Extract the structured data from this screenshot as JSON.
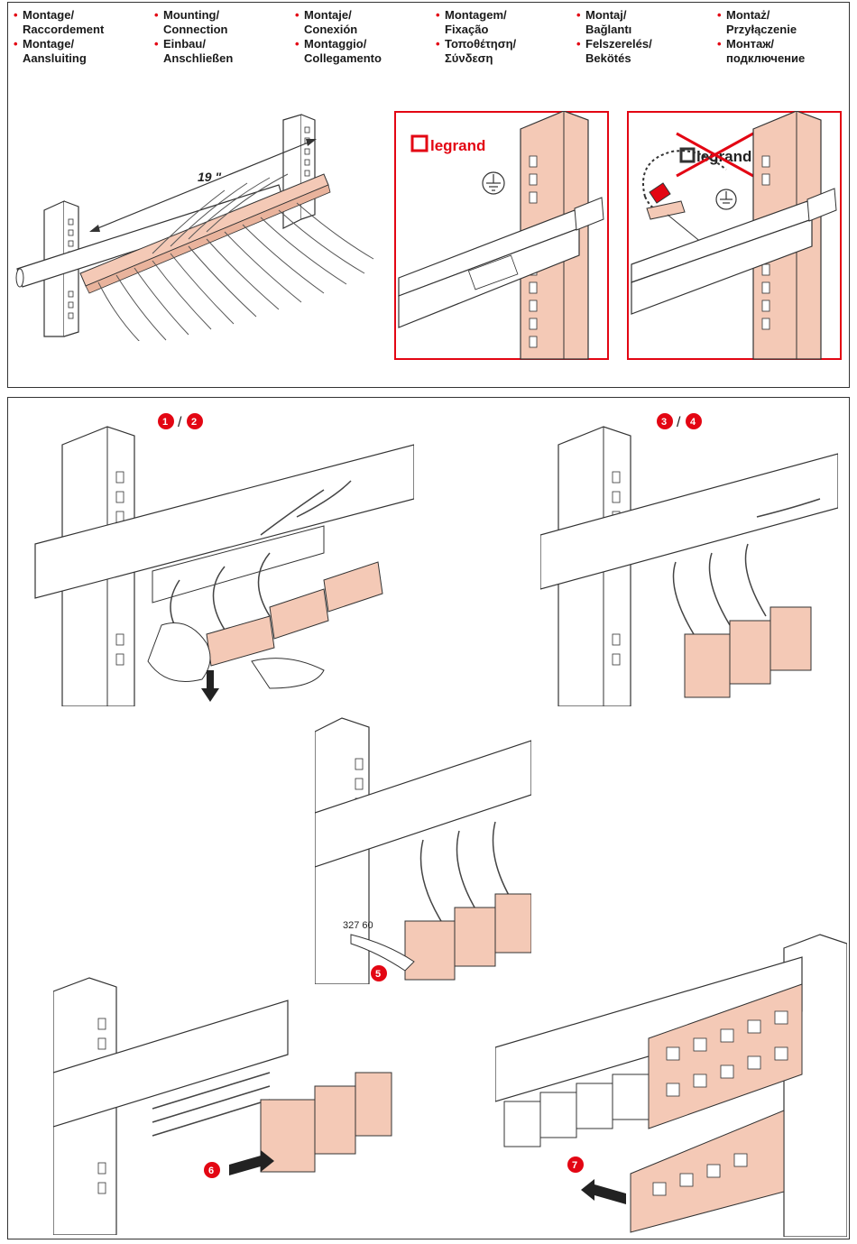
{
  "languages": [
    {
      "first": "Montage/",
      "first2": "Raccordement",
      "second": "Montage/",
      "second2": "Aansluiting"
    },
    {
      "first": "Mounting/",
      "first2": "Connection",
      "second": "Einbau/",
      "second2": "Anschließen"
    },
    {
      "first": "Montaje/",
      "first2": "Conexión",
      "second": "Montaggio/",
      "second2": "Collegamento"
    },
    {
      "first": "Montagem/",
      "first2": "Fixação",
      "second": "Τοποθέτηση/",
      "second2": "Σύνδεση"
    },
    {
      "first": "Montaj/",
      "first2": "Bağlantı",
      "second": "Felszerelés/",
      "second2": "Bekötés"
    },
    {
      "first": "Montaż/",
      "first2": "Przyłączenie",
      "second": "Монтаж/",
      "second2": "подключение"
    }
  ],
  "top": {
    "size_label": "19 \"",
    "brand_ok": "legrand",
    "brand_no": "legrand"
  },
  "steps": {
    "s1": "1",
    "s2": "2",
    "s3": "3",
    "s4": "4",
    "s5": "5",
    "s6": "6",
    "s7": "7",
    "slash": "/"
  },
  "tool_ref": "327 60",
  "colors": {
    "accent": "#e30613",
    "part": "#f4c9b6",
    "line": "#333333"
  }
}
